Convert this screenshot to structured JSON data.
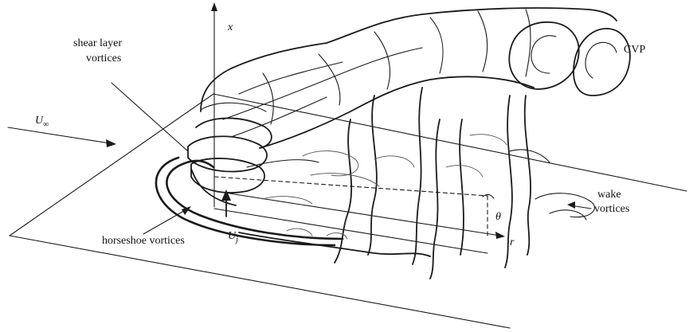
{
  "labels": {
    "x_axis": "x",
    "r_axis": "r",
    "theta": "θ",
    "u_inf": "U",
    "u_inf_sub": "∞",
    "u_j": "U",
    "u_j_sub": "j",
    "shear_layer_line1": "shear layer",
    "shear_layer_line2": "vortices",
    "cvp": "CVP",
    "wake_line1": "wake",
    "wake_line2": "vortices",
    "horseshoe": "horseshoe vortices"
  }
}
